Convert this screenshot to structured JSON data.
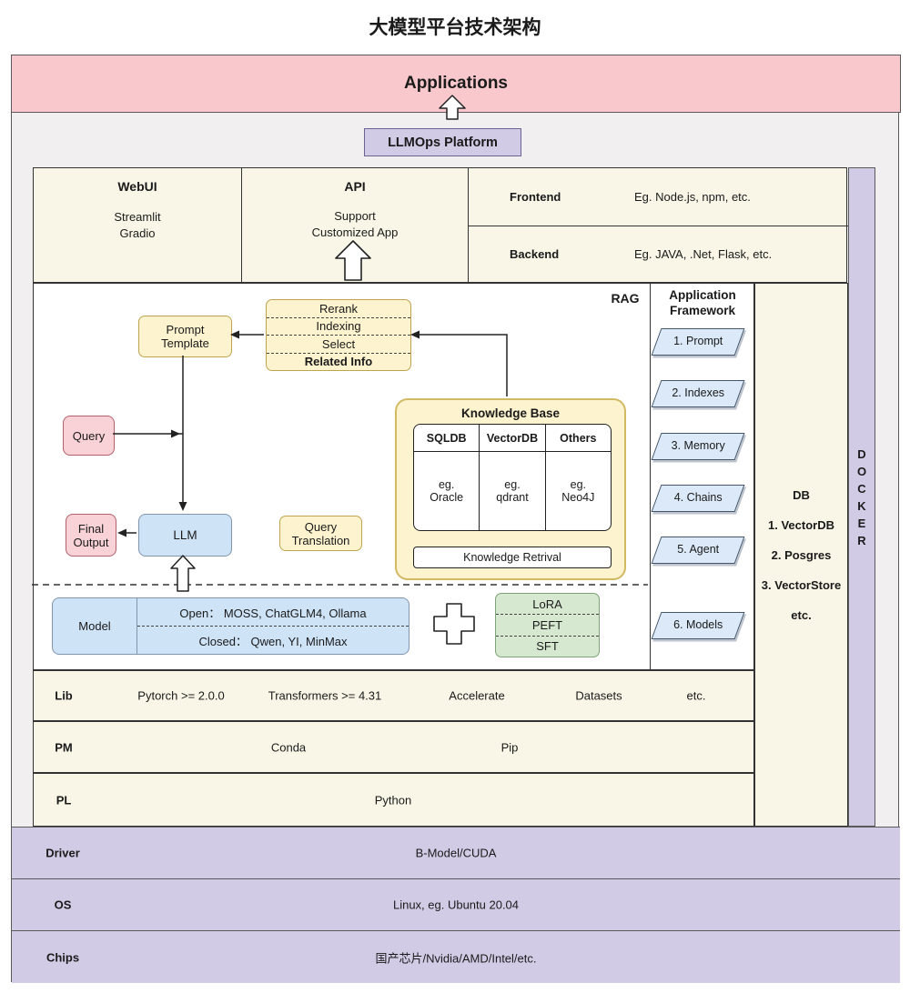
{
  "title": "大模型平台技术架构",
  "applications": {
    "label": "Applications"
  },
  "llmops": {
    "label": "LLMOps Platform"
  },
  "top_panel": {
    "webui": {
      "title": "WebUI",
      "items": "Streamlit\nGradio"
    },
    "api": {
      "title": "API",
      "subtitle": "Support\nCustomized App"
    },
    "frontend": {
      "label": "Frontend",
      "desc": "Eg. Node.js, npm, etc."
    },
    "backend": {
      "label": "Backend",
      "desc": "Eg. JAVA, .Net, Flask, etc."
    }
  },
  "docker": {
    "letters": [
      "D",
      "O",
      "C",
      "K",
      "E",
      "R"
    ]
  },
  "rag": {
    "label": "RAG",
    "pipeline_stack": [
      "Rerank",
      "Indexing",
      "Select",
      "Related Info"
    ],
    "prompt_template": "Prompt\nTemplate",
    "query": "Query",
    "final_output": "Final\nOutput",
    "llm": "LLM",
    "query_translation": "Query\nTranslation",
    "knowledge_base": {
      "title": "Knowledge Base",
      "headers": [
        "SQLDB",
        "VectorDB",
        "Others"
      ],
      "examples": [
        "eg.\nOracle",
        "eg.\nqdrant",
        "eg.\nNeo4J"
      ],
      "retrieval": "Knowledge Retrival"
    },
    "model": {
      "label": "Model",
      "open": "Open：  MOSS, ChatGLM4, Ollama",
      "closed": "Closed：  Qwen, YI, MinMax"
    },
    "finetune": [
      "LoRA",
      "PEFT",
      "SFT"
    ]
  },
  "app_framework": {
    "title": "Application\nFramework",
    "items": [
      "1. Prompt",
      "2. Indexes",
      "3. Memory",
      "4. Chains",
      "5. Agent",
      "6. Models"
    ]
  },
  "db": {
    "lines": [
      "DB",
      "1. VectorDB",
      "2. Posgres",
      "3. VectorStore",
      "etc."
    ]
  },
  "stack_rows": {
    "lib": {
      "label": "Lib",
      "items": [
        "Pytorch >= 2.0.0",
        "Transformers >= 4.31",
        "Accelerate",
        "Datasets",
        "etc."
      ]
    },
    "pm": {
      "label": "PM",
      "items": [
        "Conda",
        "Pip"
      ]
    },
    "pl": {
      "label": "PL",
      "items": [
        "Python"
      ]
    }
  },
  "base_rows": {
    "driver": {
      "label": "Driver",
      "value": "B-Model/CUDA"
    },
    "os": {
      "label": "OS",
      "value": "Linux, eg. Ubuntu 20.04"
    },
    "chips": {
      "label": "Chips",
      "value": "国产芯片/Nvidia/AMD/Intel/etc."
    }
  },
  "colors": {
    "pink_banner": "#f9c8cc",
    "lavender": "#d2cbe6",
    "cream": "#faf6e7",
    "yellow_box": "#fdf3cf",
    "pink_box": "#f8d2d6",
    "blue_box": "#cfe3f7",
    "green_box": "#d7e8d1",
    "parallelogram": "#dbe9f8"
  }
}
